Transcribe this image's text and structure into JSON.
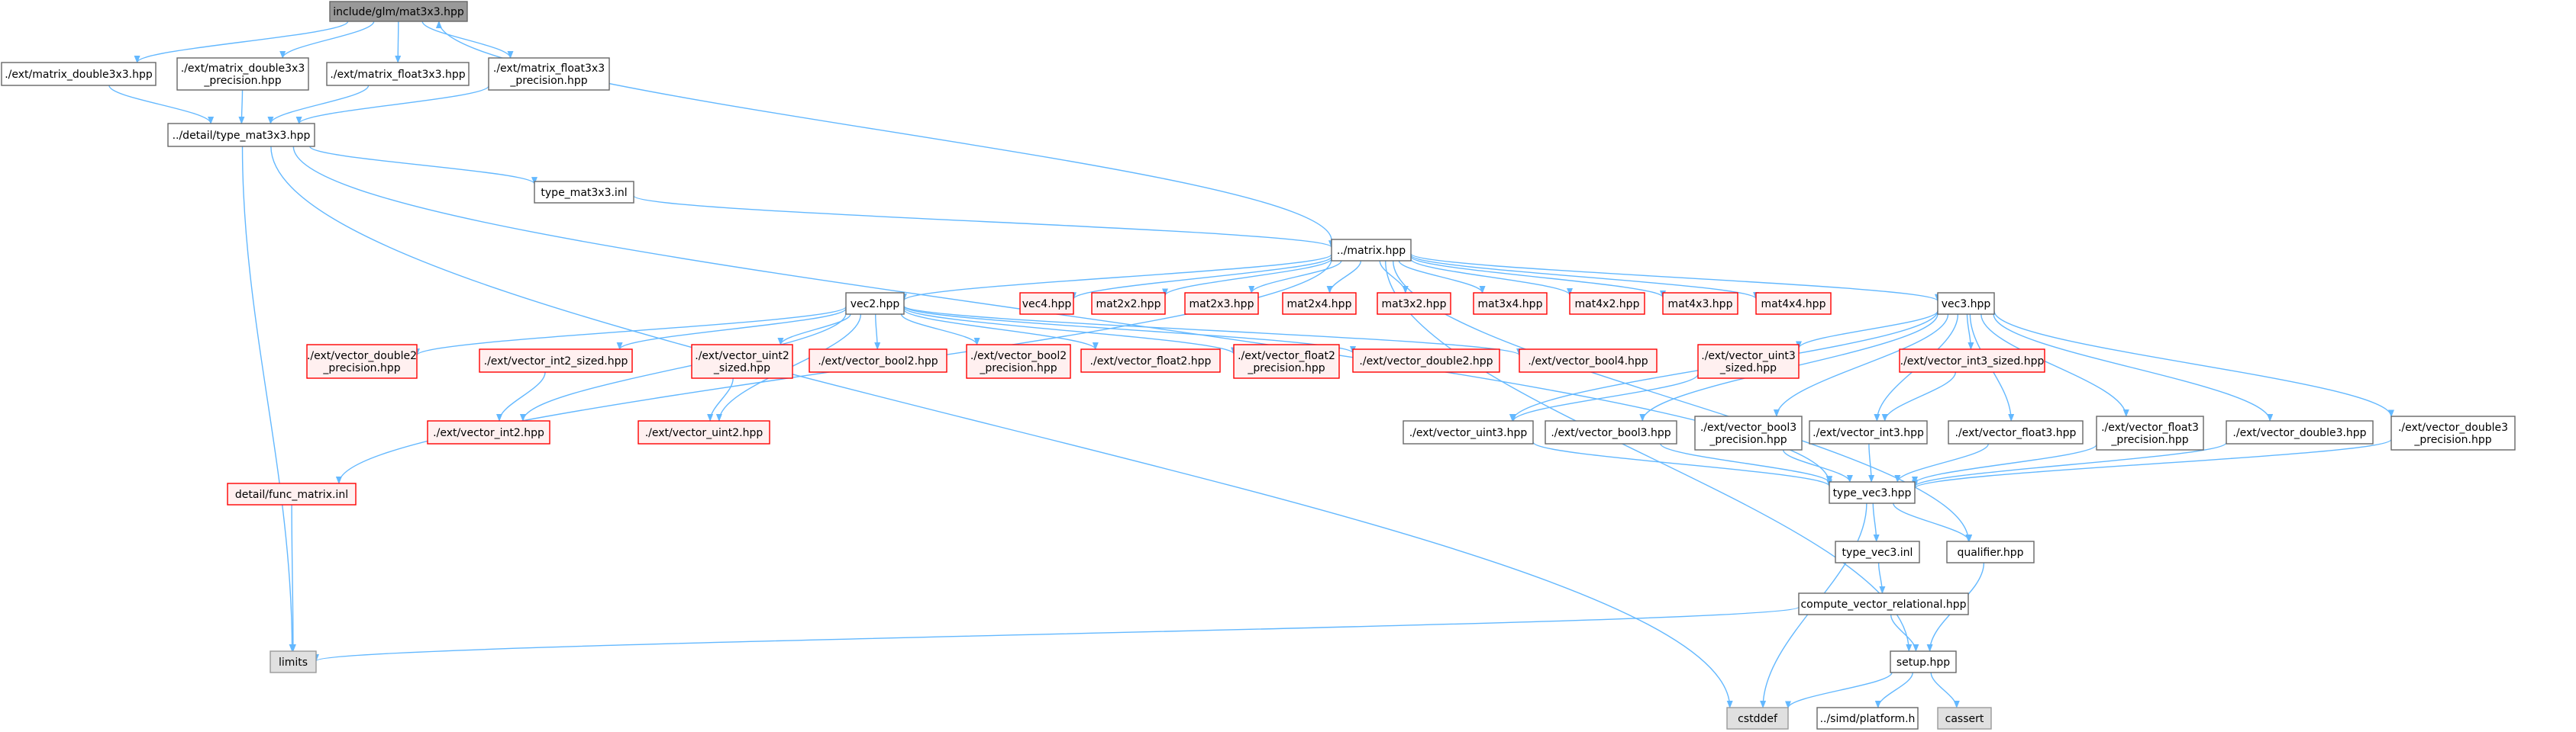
{
  "colors": {
    "edge": "#63b8ff",
    "normal_fill": "#ffffff",
    "normal_stroke": "#666666",
    "missing_fill": "#fff0f0",
    "missing_stroke": "#ff0000",
    "root_fill": "#999999",
    "root_stroke": "#666666",
    "system_fill": "#e0e0e0",
    "system_stroke": "#999999"
  },
  "nodes": {
    "root": {
      "lines": [
        "include/glm/mat3x3.hpp"
      ],
      "kind": "root"
    },
    "md33": {
      "lines": [
        "./ext/matrix_double3x3.hpp"
      ],
      "kind": "normal"
    },
    "md33p": {
      "lines": [
        "./ext/matrix_double3x3",
        "_precision.hpp"
      ],
      "kind": "normal"
    },
    "mf33": {
      "lines": [
        "./ext/matrix_float3x3.hpp"
      ],
      "kind": "normal"
    },
    "mf33p": {
      "lines": [
        "./ext/matrix_float3x3",
        "_precision.hpp"
      ],
      "kind": "normal"
    },
    "tm33": {
      "lines": [
        "../detail/type_mat3x3.hpp"
      ],
      "kind": "normal"
    },
    "tm33inl": {
      "lines": [
        "type_mat3x3.inl"
      ],
      "kind": "normal"
    },
    "matrix": {
      "lines": [
        "../matrix.hpp"
      ],
      "kind": "normal"
    },
    "vec2": {
      "lines": [
        "vec2.hpp"
      ],
      "kind": "normal"
    },
    "vec4": {
      "lines": [
        "vec4.hpp"
      ],
      "kind": "missing"
    },
    "mat2x2": {
      "lines": [
        "mat2x2.hpp"
      ],
      "kind": "missing"
    },
    "mat2x3": {
      "lines": [
        "mat2x3.hpp"
      ],
      "kind": "missing"
    },
    "mat2x4": {
      "lines": [
        "mat2x4.hpp"
      ],
      "kind": "missing"
    },
    "mat3x2": {
      "lines": [
        "mat3x2.hpp"
      ],
      "kind": "missing"
    },
    "mat3x4": {
      "lines": [
        "mat3x4.hpp"
      ],
      "kind": "missing"
    },
    "mat4x2": {
      "lines": [
        "mat4x2.hpp"
      ],
      "kind": "missing"
    },
    "mat4x3": {
      "lines": [
        "mat4x3.hpp"
      ],
      "kind": "missing"
    },
    "mat4x4": {
      "lines": [
        "mat4x4.hpp"
      ],
      "kind": "missing"
    },
    "vec3": {
      "lines": [
        "vec3.hpp"
      ],
      "kind": "normal"
    },
    "vd2p": {
      "lines": [
        "./ext/vector_double2",
        "_precision.hpp"
      ],
      "kind": "missing"
    },
    "vi2s": {
      "lines": [
        "./ext/vector_int2_sized.hpp"
      ],
      "kind": "missing"
    },
    "vu2s": {
      "lines": [
        "./ext/vector_uint2",
        "_sized.hpp"
      ],
      "kind": "missing"
    },
    "vb2": {
      "lines": [
        "./ext/vector_bool2.hpp"
      ],
      "kind": "missing"
    },
    "vb2p": {
      "lines": [
        "./ext/vector_bool2",
        "_precision.hpp"
      ],
      "kind": "missing"
    },
    "vf2": {
      "lines": [
        "./ext/vector_float2.hpp"
      ],
      "kind": "missing"
    },
    "vf2p": {
      "lines": [
        "./ext/vector_float2",
        "_precision.hpp"
      ],
      "kind": "missing"
    },
    "vd2": {
      "lines": [
        "./ext/vector_double2.hpp"
      ],
      "kind": "missing"
    },
    "vb4": {
      "lines": [
        "./ext/vector_bool4.hpp"
      ],
      "kind": "missing"
    },
    "vi2": {
      "lines": [
        "./ext/vector_int2.hpp"
      ],
      "kind": "missing"
    },
    "vu2": {
      "lines": [
        "./ext/vector_uint2.hpp"
      ],
      "kind": "missing"
    },
    "fmi": {
      "lines": [
        "detail/func_matrix.inl"
      ],
      "kind": "missing"
    },
    "vu3s": {
      "lines": [
        "./ext/vector_uint3",
        "_sized.hpp"
      ],
      "kind": "missing"
    },
    "vi3s": {
      "lines": [
        "./ext/vector_int3_sized.hpp"
      ],
      "kind": "missing"
    },
    "vu3": {
      "lines": [
        "./ext/vector_uint3.hpp"
      ],
      "kind": "normal"
    },
    "vb3": {
      "lines": [
        "./ext/vector_bool3.hpp"
      ],
      "kind": "normal"
    },
    "vb3p": {
      "lines": [
        "./ext/vector_bool3",
        "_precision.hpp"
      ],
      "kind": "normal"
    },
    "vi3": {
      "lines": [
        "./ext/vector_int3.hpp"
      ],
      "kind": "normal"
    },
    "vf3": {
      "lines": [
        "./ext/vector_float3.hpp"
      ],
      "kind": "normal"
    },
    "vf3p": {
      "lines": [
        "./ext/vector_float3",
        "_precision.hpp"
      ],
      "kind": "normal"
    },
    "vd3": {
      "lines": [
        "./ext/vector_double3.hpp"
      ],
      "kind": "normal"
    },
    "vd3p": {
      "lines": [
        "./ext/vector_double3",
        "_precision.hpp"
      ],
      "kind": "normal"
    },
    "tv3": {
      "lines": [
        "type_vec3.hpp"
      ],
      "kind": "normal"
    },
    "tv3inl": {
      "lines": [
        "type_vec3.inl"
      ],
      "kind": "normal"
    },
    "qual": {
      "lines": [
        "qualifier.hpp"
      ],
      "kind": "normal"
    },
    "cvr": {
      "lines": [
        "compute_vector_relational.hpp"
      ],
      "kind": "normal"
    },
    "limits": {
      "lines": [
        "limits"
      ],
      "kind": "system"
    },
    "setup": {
      "lines": [
        "setup.hpp"
      ],
      "kind": "normal"
    },
    "cstddef": {
      "lines": [
        "cstddef"
      ],
      "kind": "system"
    },
    "simd": {
      "lines": [
        "../simd/platform.h"
      ],
      "kind": "normal"
    },
    "cassert": {
      "lines": [
        "cassert"
      ],
      "kind": "system"
    }
  },
  "edges": [
    [
      "root",
      "md33"
    ],
    [
      "root",
      "md33p"
    ],
    [
      "root",
      "mf33"
    ],
    [
      "root",
      "mf33p"
    ],
    [
      "md33",
      "tm33"
    ],
    [
      "md33p",
      "tm33"
    ],
    [
      "mf33",
      "tm33"
    ],
    [
      "mf33p",
      "tm33"
    ],
    [
      "tm33",
      "tm33inl"
    ],
    [
      "tm33",
      "limits"
    ],
    [
      "tm33",
      "cstddef"
    ],
    [
      "tm33",
      "tv3"
    ],
    [
      "tm33inl",
      "matrix"
    ],
    [
      "matrix",
      "root"
    ],
    [
      "matrix",
      "vec2"
    ],
    [
      "matrix",
      "vec4"
    ],
    [
      "matrix",
      "mat2x2"
    ],
    [
      "matrix",
      "mat2x3"
    ],
    [
      "matrix",
      "mat2x4"
    ],
    [
      "matrix",
      "mat3x2"
    ],
    [
      "matrix",
      "mat3x4"
    ],
    [
      "matrix",
      "mat4x2"
    ],
    [
      "matrix",
      "mat4x3"
    ],
    [
      "matrix",
      "mat4x4"
    ],
    [
      "matrix",
      "vec3"
    ],
    [
      "matrix",
      "fmi"
    ],
    [
      "matrix",
      "qual"
    ],
    [
      "matrix",
      "setup"
    ],
    [
      "vec2",
      "vd2p"
    ],
    [
      "vec2",
      "vi2s"
    ],
    [
      "vec2",
      "vu2s"
    ],
    [
      "vec2",
      "vb2"
    ],
    [
      "vec2",
      "vb2p"
    ],
    [
      "vec2",
      "vf2"
    ],
    [
      "vec2",
      "vf2p"
    ],
    [
      "vec2",
      "vd2"
    ],
    [
      "vec2",
      "vb4"
    ],
    [
      "vec2",
      "vi2"
    ],
    [
      "vec2",
      "vu2"
    ],
    [
      "vi2s",
      "vi2"
    ],
    [
      "vu2s",
      "vu2"
    ],
    [
      "vec3",
      "vu3s"
    ],
    [
      "vec3",
      "vi3s"
    ],
    [
      "vec3",
      "vu3"
    ],
    [
      "vec3",
      "vb3"
    ],
    [
      "vec3",
      "vb3p"
    ],
    [
      "vec3",
      "vi3"
    ],
    [
      "vec3",
      "vf3"
    ],
    [
      "vec3",
      "vf3p"
    ],
    [
      "vec3",
      "vd3"
    ],
    [
      "vec3",
      "vd3p"
    ],
    [
      "vu3s",
      "vu3"
    ],
    [
      "vi3s",
      "vi3"
    ],
    [
      "vu3",
      "tv3"
    ],
    [
      "vb3",
      "tv3"
    ],
    [
      "vb3p",
      "tv3"
    ],
    [
      "vi3",
      "tv3"
    ],
    [
      "vf3",
      "tv3"
    ],
    [
      "vf3p",
      "tv3"
    ],
    [
      "vd3",
      "tv3"
    ],
    [
      "vd3p",
      "tv3"
    ],
    [
      "tv3",
      "tv3inl"
    ],
    [
      "tv3",
      "qual"
    ],
    [
      "tv3",
      "cstddef"
    ],
    [
      "tv3inl",
      "cvr"
    ],
    [
      "cvr",
      "limits"
    ],
    [
      "cvr",
      "setup"
    ],
    [
      "qual",
      "setup"
    ],
    [
      "fmi",
      "limits"
    ],
    [
      "setup",
      "cstddef"
    ],
    [
      "setup",
      "simd"
    ],
    [
      "setup",
      "cassert"
    ]
  ]
}
